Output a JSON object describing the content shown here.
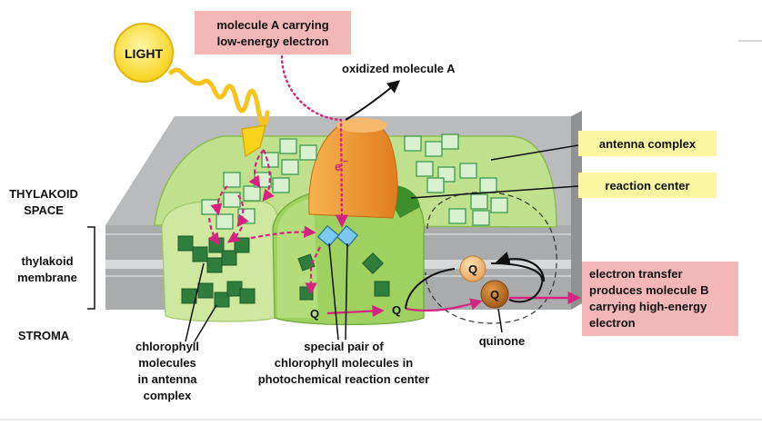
{
  "light": "LIGHT",
  "molecule_a_box": [
    "molecule A carrying",
    "low-energy electron"
  ],
  "oxidized_molecule": "oxidized molecule A",
  "antenna_complex": "antenna complex",
  "reaction_center": "reaction center",
  "thylakoid_space": [
    "THYLAKOID",
    "SPACE"
  ],
  "thylakoid_membrane": [
    "thylakoid",
    "membrane"
  ],
  "stroma": "STROMA",
  "electron": "e",
  "electron_sup": "−",
  "q_label": "Q",
  "quinone": "quinone",
  "electron_transfer_box": [
    "electron transfer",
    "produces molecule B",
    "carrying high-energy",
    "electron"
  ],
  "chlorophyll_antenna": [
    "chlorophyll",
    "molecules",
    "in antenna",
    "complex"
  ],
  "special_pair": [
    "special pair of",
    "chlorophyll molecules in",
    "photochemical reaction center"
  ],
  "colors": {
    "pink_box": "#f4b7b7",
    "yellow_box": "#fbf7a0",
    "magenta_arrow": "#d4247f",
    "membrane_gray": "#a9abac",
    "green_light": "#cfe8a0",
    "green_mid": "#9fd160",
    "orange_protein": "#f29a35"
  }
}
